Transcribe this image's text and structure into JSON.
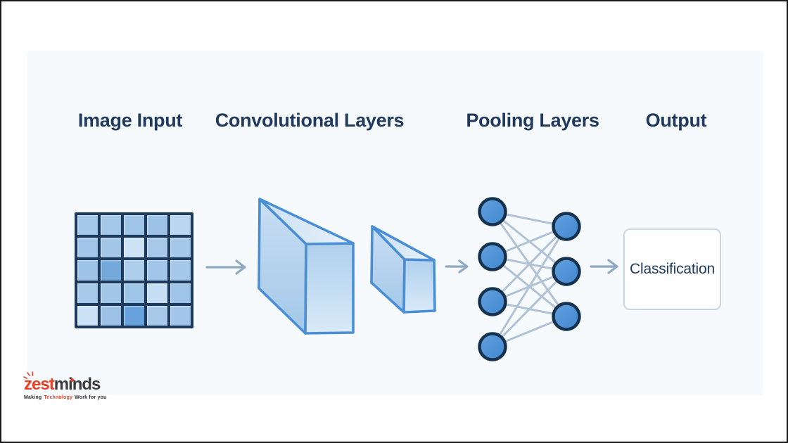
{
  "diagram": {
    "type": "cnn-architecture-flow",
    "flow_order": [
      "Image Input",
      "Convolutional Layers",
      "Pooling Layers",
      "Output"
    ]
  },
  "stages": {
    "image_input": {
      "label": "Image Input",
      "grid_rows": 5,
      "grid_cols": 5,
      "cell_colors": [
        [
          "#a4c8ea",
          "#a4c8ea",
          "#9fc5e8",
          "#9cc3e7",
          "#bad6f0"
        ],
        [
          "#a1c6e9",
          "#a3c7e9",
          "#cee3f6",
          "#a6c9ea",
          "#a4c8ea"
        ],
        [
          "#9dc3e7",
          "#74a9dc",
          "#adcfec",
          "#a1c6e9",
          "#a4c8ea"
        ],
        [
          "#a7caeb",
          "#a3c7e9",
          "#9fc5e8",
          "#c7dff4",
          "#9ec4e8"
        ],
        [
          "#cbe1f5",
          "#9cc3e7",
          "#67a2dd",
          "#a6c9ea",
          "#a1c6e9"
        ]
      ]
    },
    "conv": {
      "label": "Convolutional Layers",
      "box_count": 2
    },
    "pooling": {
      "label": "Pooling Layers",
      "left_nodes": 4,
      "right_nodes": 3,
      "fully_connected": true
    },
    "output": {
      "label": "Output",
      "box_text": "Classification"
    }
  },
  "logo": {
    "brand_primary": "zest",
    "brand_secondary": "minds",
    "tagline_parts": [
      "Making",
      "Technology",
      "Work for you"
    ]
  },
  "colors": {
    "heading_text": "#1f3a5e",
    "panel_background": "#f7fafc",
    "grid_line": "#1d3a5c",
    "box_stroke": "#4a8fd5",
    "node_fill": "#4a90d6",
    "node_stroke": "#15334f",
    "edge_line": "#b0c2d6",
    "arrow": "#8fa9c2",
    "output_box_border": "#c9d7e3",
    "logo_red": "#e8402a",
    "logo_dark": "#3a3a3a"
  }
}
